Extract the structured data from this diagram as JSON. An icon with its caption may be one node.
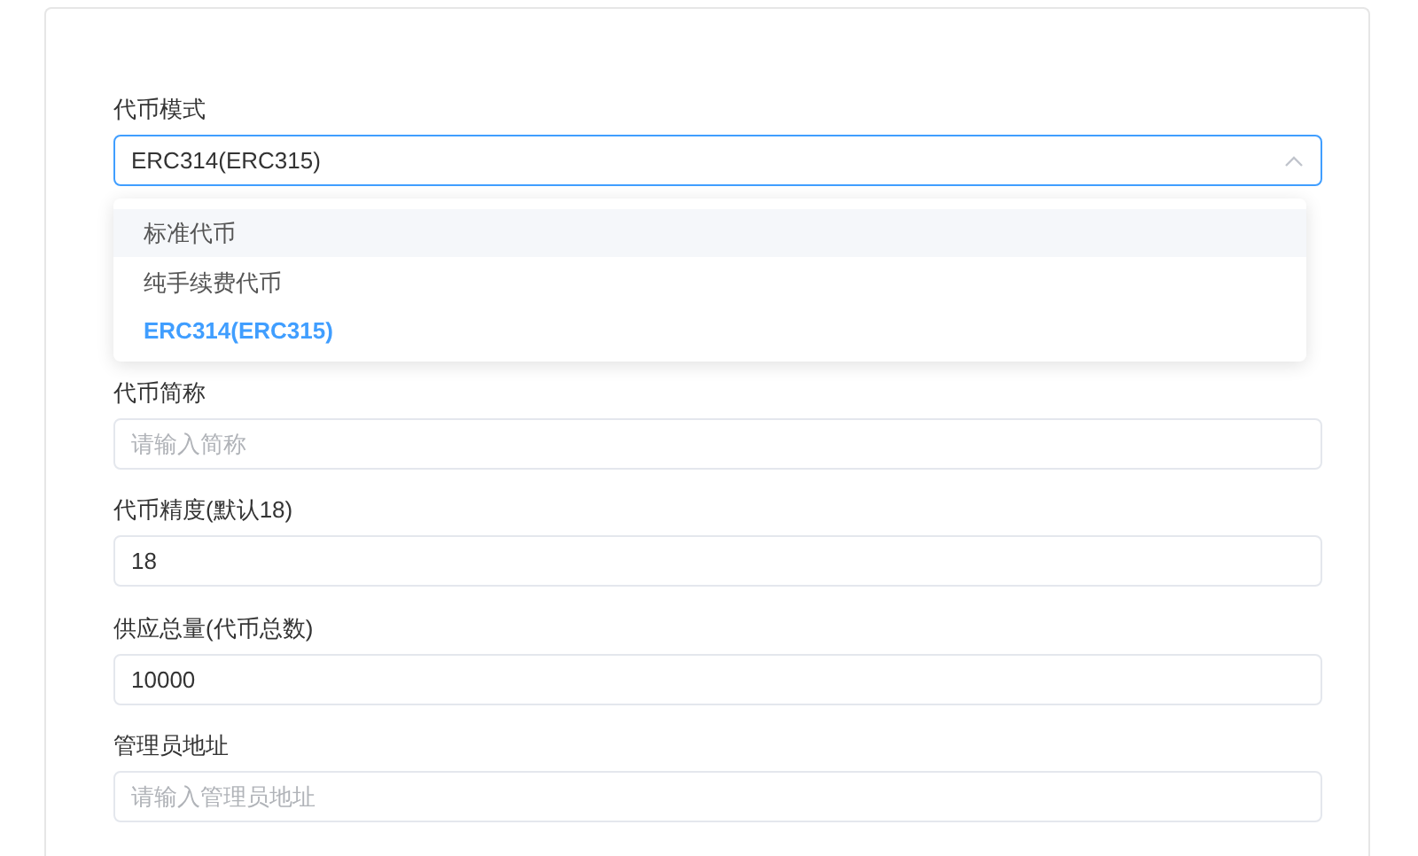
{
  "diagram": {
    "nodes": [
      {
        "text": [],
        "shape": "box"
      },
      {
        "text": [
          "代币模式",
          "ERC314(ERC315)"
        ],
        "in": 0
      },
      {
        "text": [
          "标准代币",
          "纯手续费代币",
          "ERC314(ERC315)"
        ],
        "in": 0
      },
      {
        "text": [
          "代币简称",
          "请输入简称"
        ],
        "in": 0
      },
      {
        "text": [
          "代币精度(默认18)",
          "18"
        ],
        "in": 0
      },
      {
        "text": [
          "供应总量(代币总数)",
          "10000"
        ],
        "in": 0
      },
      {
        "text": [
          "管理员地址",
          "请输入管理员地址"
        ],
        "in": 0
      }
    ],
    "edges": []
  }
}
